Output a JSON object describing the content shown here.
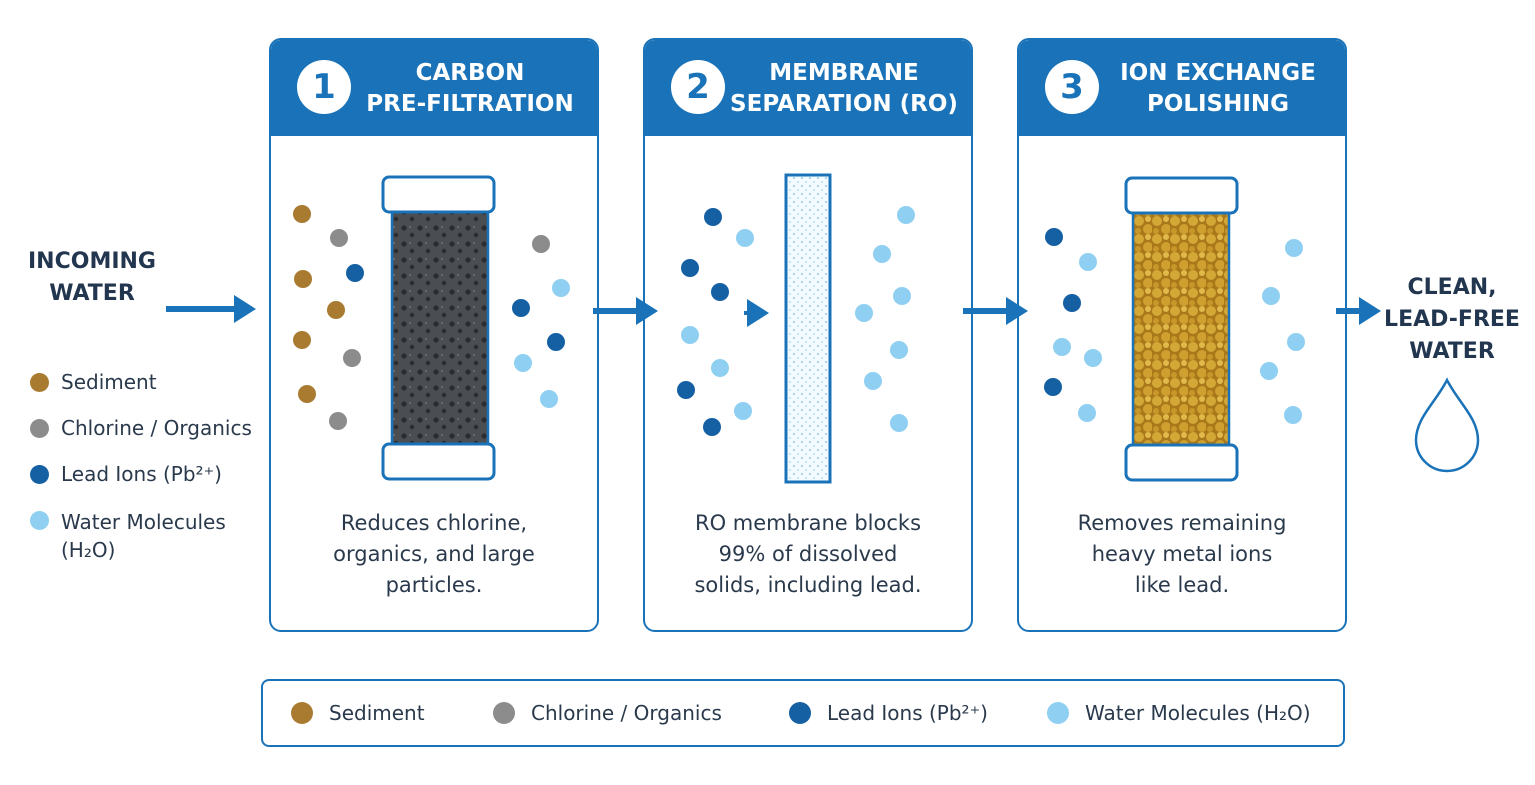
{
  "incoming_label": "INCOMING\nWATER",
  "outgoing_label": "CLEAN,\nLEAD-FREE\nWATER",
  "colors": {
    "primary": "#1a73b8",
    "sediment": "#a97b30",
    "chlorine": "#8c8c8c",
    "lead": "#1560a3",
    "water": "#8fd0f2",
    "carbon": "#4a4d51",
    "resin": "#c89a2a"
  },
  "legend": [
    {
      "key": "sediment",
      "label": "Sediment"
    },
    {
      "key": "chlorine",
      "label": "Chlorine / Organics"
    },
    {
      "key": "lead",
      "label": "Lead Ions (Pb²⁺)"
    },
    {
      "key": "water",
      "label": "Water Molecules\n(H₂O)"
    }
  ],
  "stages": [
    {
      "number": "1",
      "title": "CARBON\nPRE-FILTRATION",
      "description": "Reduces chlorine,\norganics, and large\nparticles."
    },
    {
      "number": "2",
      "title": "MEMBRANE\nSEPARATION (RO)",
      "description": "RO membrane blocks\n99% of dissolved\nsolids, including lead."
    },
    {
      "number": "3",
      "title": "ION EXCHANGE\nPOLISHING",
      "description": "Removes remaining\nheavy metal ions\nlike lead."
    }
  ],
  "bottom_legend": [
    {
      "key": "sediment",
      "label": "Sediment"
    },
    {
      "key": "chlorine",
      "label": "Chlorine / Organics"
    },
    {
      "key": "lead",
      "label": "Lead Ions (Pb²⁺)"
    },
    {
      "key": "water",
      "label": "Water Molecules (H₂O)"
    }
  ],
  "icons": {
    "flow_arrow": "arrow-right-icon",
    "water_drop": "water-drop-icon",
    "carbon_filter": "carbon-filter-icon",
    "ro_membrane": "ro-membrane-icon",
    "ion_exchange": "ion-exchange-resin-icon"
  }
}
